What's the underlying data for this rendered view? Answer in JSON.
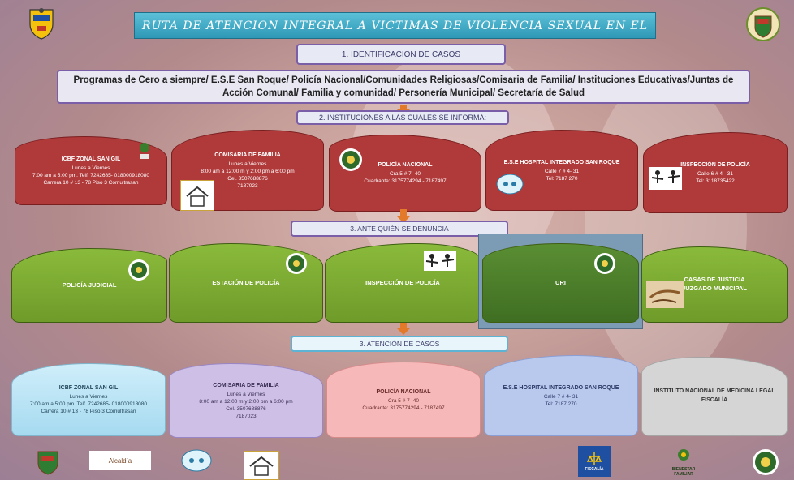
{
  "title": "RUTA DE ATENCION INTEGRAL A VICTIMAS DE VIOLENCIA SEXUAL EN EL",
  "step1": "1.  IDENTIFICACION DE CASOS",
  "sources": "Programas de Cero a siempre/ E.S.E San Roque/ Policía Nacional/Comunidades Religiosas/Comisaria de Familia/ Instituciones Educativas/Juntas de Acción Comunal/ Familia y comunidad/ Personería Municipal/ Secretaría de Salud",
  "step2": "2. INSTITUCIONES A LAS CUALES SE INFORMA:",
  "inform": [
    {
      "title": "ICBF ZONAL SAN GIL",
      "lines": [
        "Lunes a Viernes",
        "7:00 am a 5:00 pm. Telf. 7242685- 018000918080",
        "Carrera 10 # 13 - 78 Piso 3 Comultrasan"
      ]
    },
    {
      "title": "COMISARIA DE FAMILIA",
      "lines": [
        "Lunes a Viernes",
        "8:00 am a 12:00 m y 2:00 pm a 6:00 pm",
        "Cel. 3507688876",
        "7187023"
      ]
    },
    {
      "title": "POLICÍA NACIONAL",
      "lines": [
        "Cra 5 # 7 -40",
        "Cuadrante: 3175774294 - 7187497"
      ]
    },
    {
      "title": "E.S.E HOSPITAL INTEGRADO SAN ROQUE",
      "lines": [
        "Calle 7 # 4- 31",
        "Tel: 7187 270"
      ]
    },
    {
      "title": "INSPECCIÓN DE POLICÍA",
      "lines": [
        "Calle 6 # 4 - 31",
        "Tel: 3118735422"
      ]
    }
  ],
  "step3": "3. ANTE QUIÉN SE DENUNCIA",
  "denounce": [
    {
      "title": "POLICÍA JUDICIAL"
    },
    {
      "title": "ESTACIÓN DE POLICÍA"
    },
    {
      "title": "INSPECCIÓN DE POLICÍA"
    },
    {
      "title": "URI"
    },
    {
      "title": "CASAS DE JUSTICIA",
      "lines": [
        "JUZGADO MUNICIPAL"
      ]
    }
  ],
  "step4": "3. ATENCIÓN DE CASOS",
  "attention": [
    {
      "title": "ICBF ZONAL SAN GIL",
      "lines": [
        "Lunes a Viernes",
        "7:00 am a 5:00 pm. Telf. 7242685- 018000918080",
        "Carrera 10 # 13 - 78 Piso 3 Comultrasan"
      ]
    },
    {
      "title": "COMISARIA DE FAMILIA",
      "lines": [
        "Lunes a Viernes",
        "8:00 am a 12:00 m y 2:00 pm a 6:00 pm",
        "Cel. 3507688876",
        "7187023"
      ]
    },
    {
      "title": "POLICÍA NACIONAL",
      "lines": [
        "Cra 5 # 7 -40",
        "Cuadrante: 3175774294 - 7187497"
      ]
    },
    {
      "title": "E.S.E HOSPITAL INTEGRADO SAN ROQUE",
      "lines": [
        "Calle 7 # 4- 31",
        "Tel: 7187 270"
      ]
    },
    {
      "title": "INSTITUTO NACIONAL DE MEDICINA LEGAL",
      "lines": [
        "FISCALÍA"
      ]
    }
  ],
  "footer": {
    "alcaldia": "Alcaldía",
    "fiscalia": "FISCALÍA",
    "bienestar": "BIENESTAR FAMILIAR"
  },
  "colors": {
    "red": "#b0393a",
    "green": "#7aa832",
    "uri": "#4a7e2a",
    "accent": "#e27a2a",
    "frame": "#7b5ea8"
  }
}
